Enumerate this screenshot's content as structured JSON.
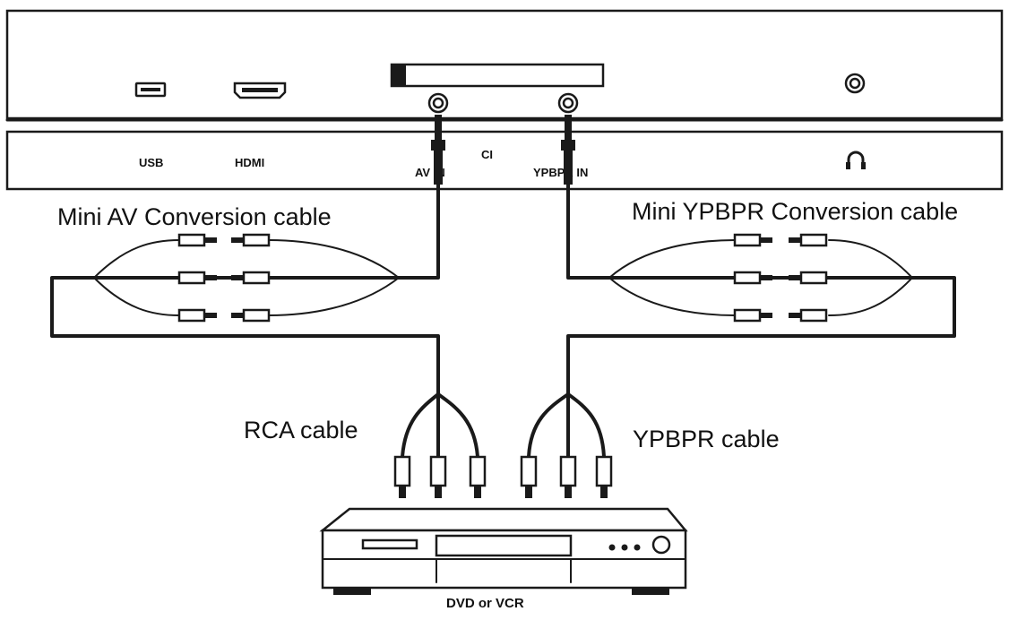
{
  "tv_panel": {
    "labels": {
      "usb": "USB",
      "hdmi": "HDMI",
      "ci": "CI",
      "av_in": "AV IN",
      "ypbpr_in": "YPBPR IN"
    }
  },
  "cables": {
    "mini_av": "Mini AV Conversion cable",
    "mini_ypbpr": "Mini YPBPR Conversion cable",
    "rca": "RCA cable",
    "ypbpr": "YPBPR cable"
  },
  "device": {
    "label": "DVD or VCR"
  },
  "icons": [
    "usb-port-icon",
    "hdmi-port-icon",
    "ci-slot-icon",
    "av-in-jack-icon",
    "ypbpr-in-jack-icon",
    "headphone-jack-icon",
    "headphone-icon",
    "rca-plug-icon",
    "dvd-player-icon"
  ]
}
